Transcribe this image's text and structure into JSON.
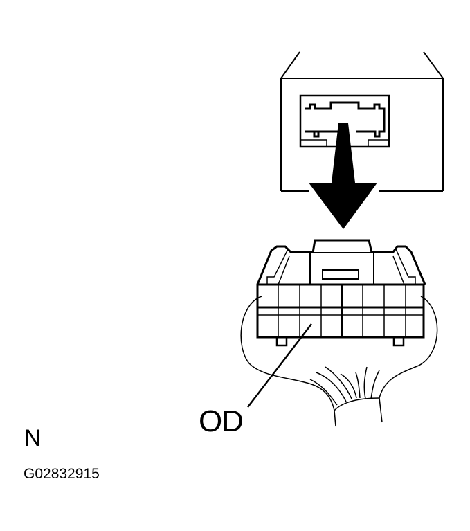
{
  "diagram": {
    "type": "connector-illustration",
    "labels": {
      "connector_name": "OD",
      "view_marker": "N",
      "figure_code": "G02832915"
    },
    "parts": [
      "connector-front-view-inset",
      "insertion-direction-arrow",
      "wire-harness-connector",
      "wire-bundle"
    ],
    "colors": {
      "line": "#000000",
      "background": "#ffffff"
    }
  }
}
